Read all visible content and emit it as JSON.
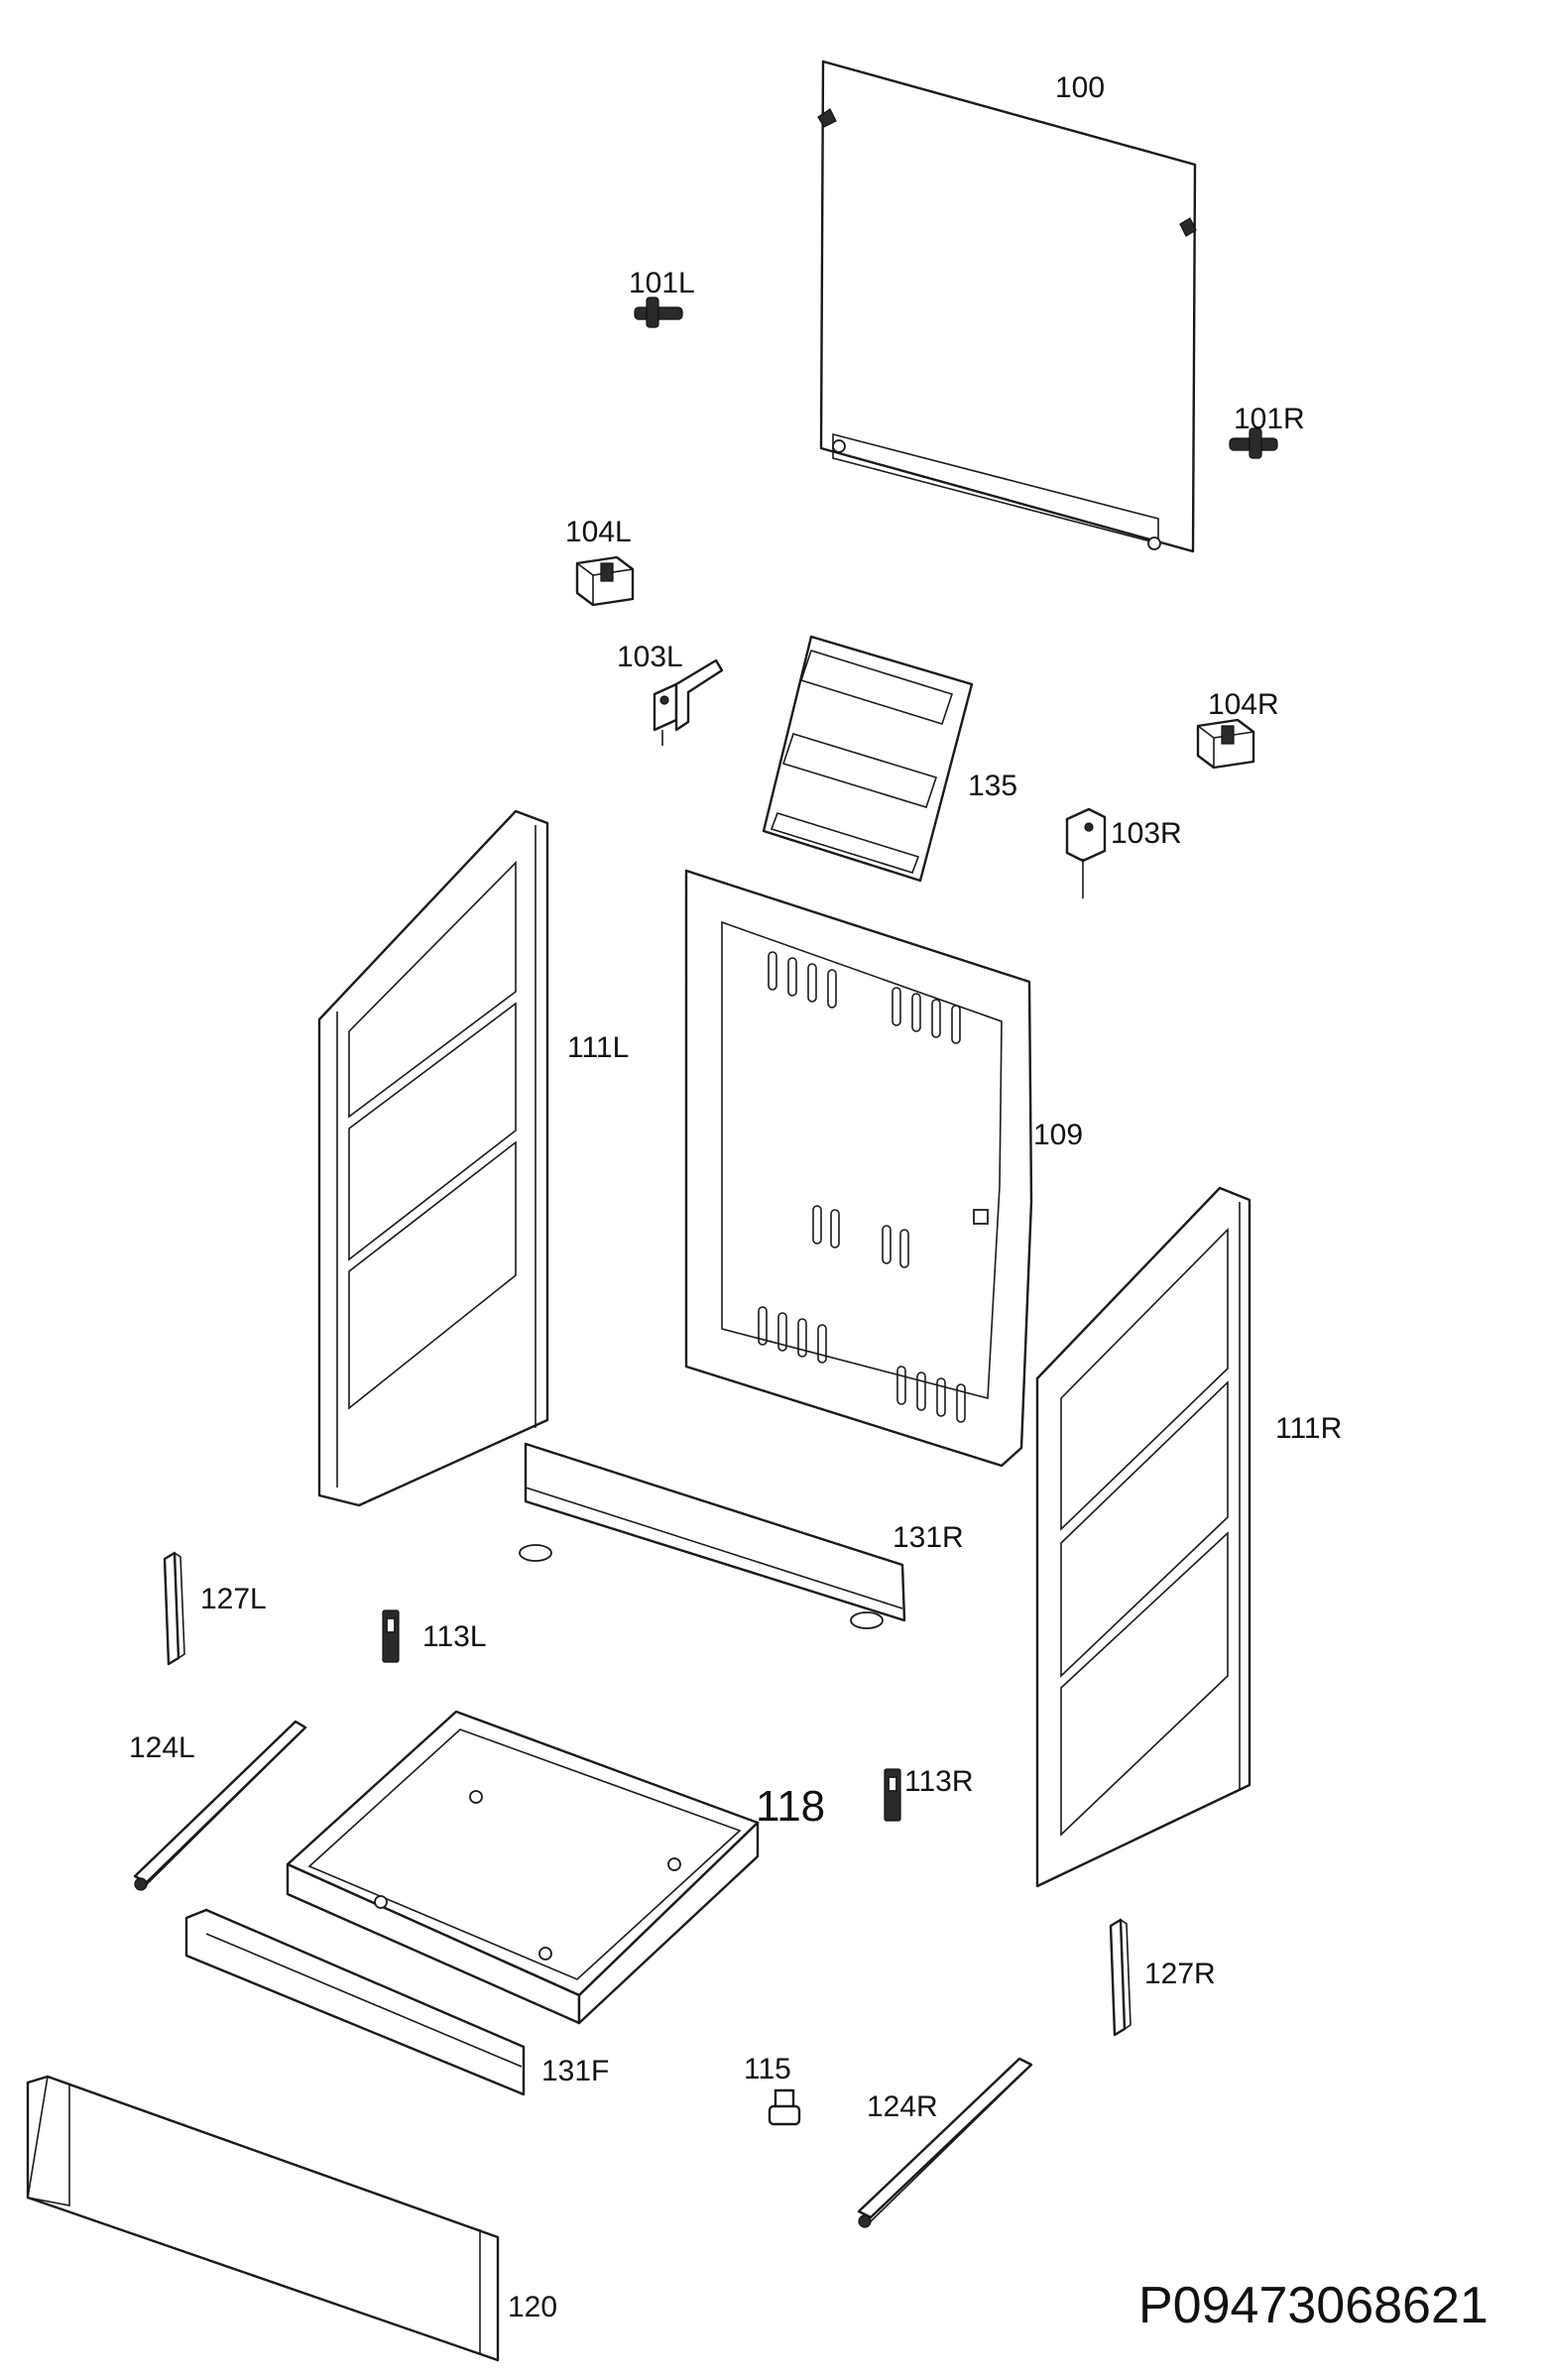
{
  "labels": {
    "p100": "100",
    "p101L": "101L",
    "p101R": "101R",
    "p104L": "104L",
    "p103L": "103L",
    "p104R": "104R",
    "p135": "135",
    "p103R": "103R",
    "p111L": "111L",
    "p109": "109",
    "p111R": "111R",
    "p131R": "131R",
    "p127L": "127L",
    "p113L": "113L",
    "p124L": "124L",
    "p118": "118",
    "p113R": "113R",
    "p127R": "127R",
    "p131F": "131F",
    "p115": "115",
    "p124R": "124R",
    "p120": "120"
  },
  "drawing_code": "P09473068621"
}
